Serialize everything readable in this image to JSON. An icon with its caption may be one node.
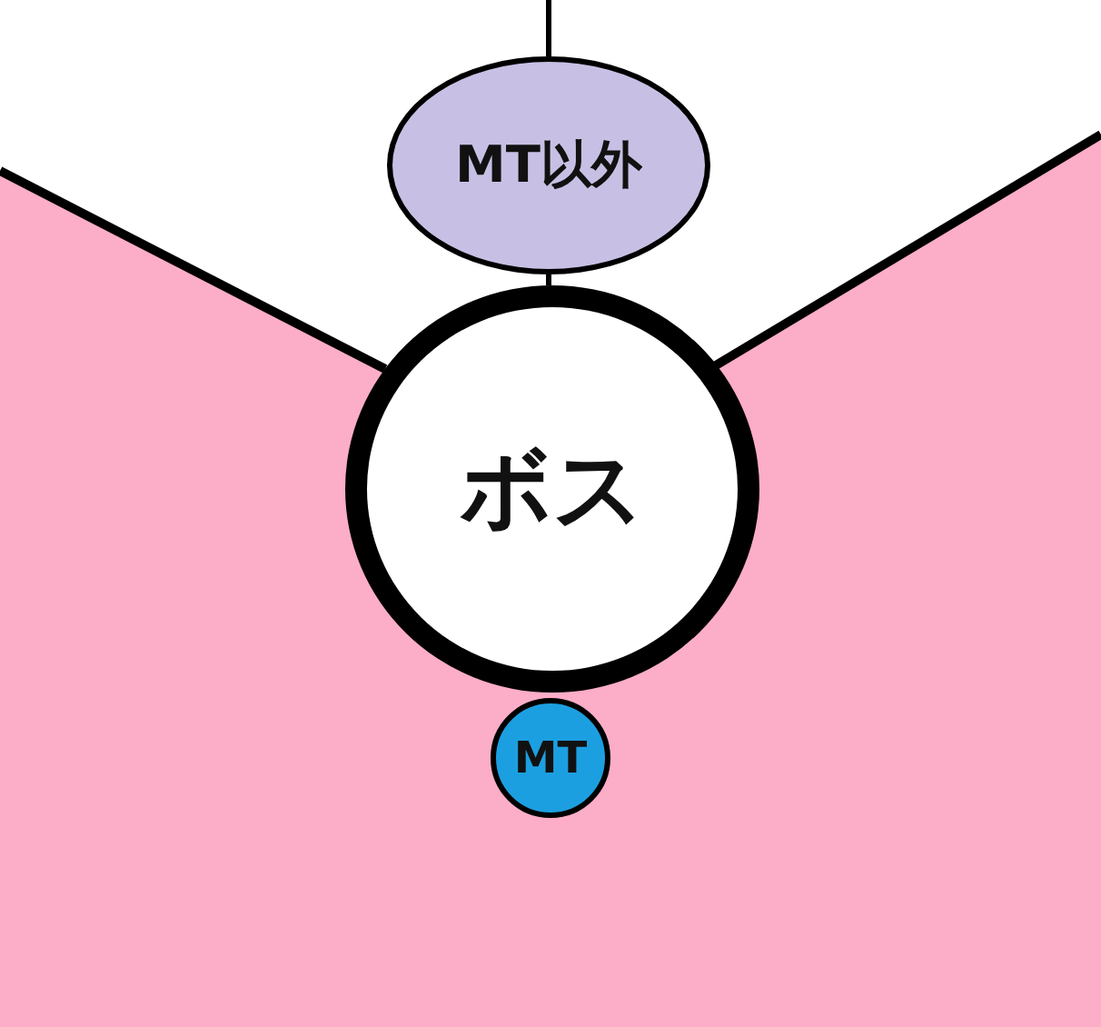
{
  "diagram": {
    "nodes": [
      {
        "text": [
          "MT以外"
        ]
      },
      {
        "text": [
          "ボス"
        ]
      },
      {
        "text": [
          "MT"
        ]
      }
    ],
    "edges": [
      {
        "from": null,
        "to": 0,
        "arrow": "none"
      },
      {
        "from": 0,
        "to": 1,
        "arrow": "none"
      }
    ]
  }
}
